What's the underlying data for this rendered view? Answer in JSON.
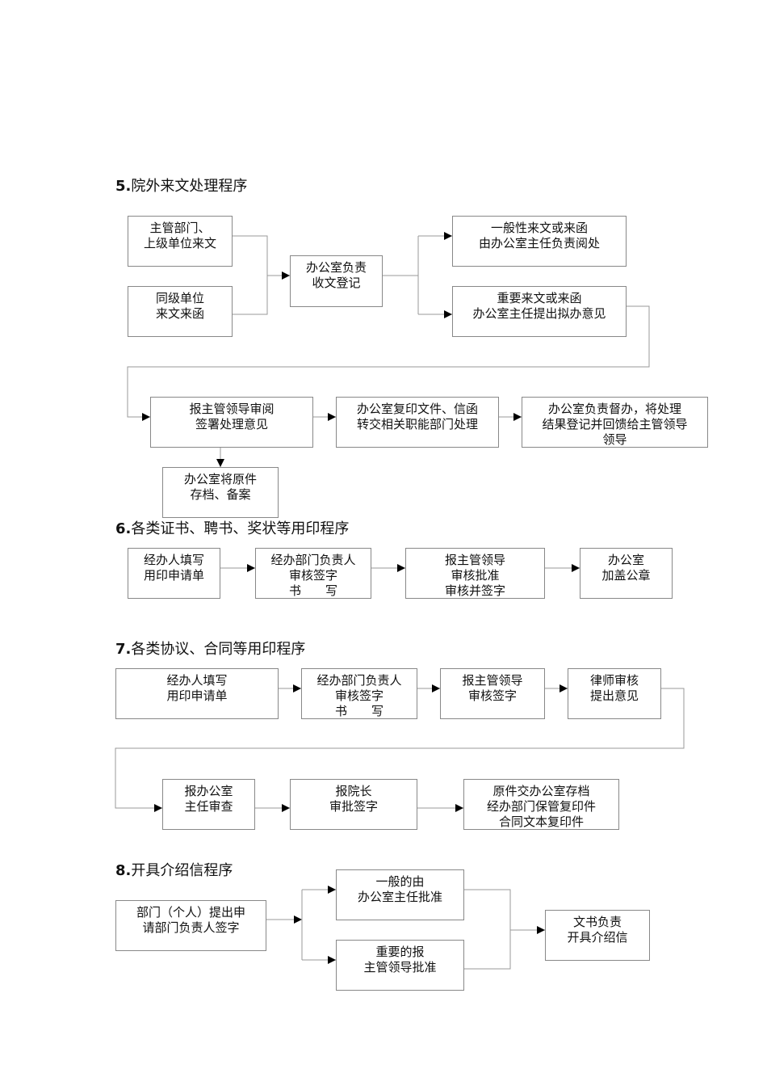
{
  "sections": {
    "s5": {
      "title_num": "5.",
      "title_text": "院外来文处理程序",
      "boxes": {
        "main_dept": [
          "主管部门、",
          "上级单位来文"
        ],
        "peer_unit": [
          "同级单位",
          "来文来函"
        ],
        "register": [
          "办公室负责",
          "收文登记"
        ],
        "general": [
          "一般性来文或来函",
          "由办公室主任负责阅处"
        ],
        "important": [
          "重要来文或来函",
          "办公室主任提出拟办意见"
        ],
        "leader_review": [
          "报主管领导审阅",
          "签署处理意见"
        ],
        "copy_forward": [
          "办公室复印文件、信函",
          "转交相关职能部门处理"
        ],
        "supervise": [
          "办公室负责督办，将处理",
          "结果登记并回馈给主管领导",
          "领导"
        ],
        "archive": [
          "办公室将原件",
          "存档、备案"
        ]
      }
    },
    "s6": {
      "title_num": "6.",
      "title_text": "各类证书、聘书、奖状等用印程序",
      "boxes": {
        "fill": [
          "经办人填写",
          "用印申请单"
        ],
        "dept_head": [
          "经办部门负责人",
          "审核签字",
          "书　　写"
        ],
        "leader": [
          "报主管领导",
          "审核批准",
          "审核并签字"
        ],
        "office": [
          "办公室",
          "加盖公章"
        ]
      }
    },
    "s7": {
      "title_num": "7.",
      "title_text": "各类协议、合同等用印程序",
      "boxes": {
        "fill": [
          "经办人填写",
          "用印申请单"
        ],
        "dept_head": [
          "经办部门负责人",
          "审核签字",
          "书　　写"
        ],
        "leader": [
          "报主管领导",
          "审核签字"
        ],
        "lawyer": [
          "律师审核",
          "提出意见"
        ],
        "office_director": [
          "报办公室",
          "主任审查"
        ],
        "president": [
          "报院长",
          "审批签字"
        ],
        "original": [
          "原件交办公室存档",
          "经办部门保管复印件",
          "合同文本复印件"
        ]
      }
    },
    "s8": {
      "title_num": "8.",
      "title_text": "开具介绍信程序",
      "boxes": {
        "apply": [
          "部门（个人）提出申",
          "请部门负责人签字"
        ],
        "general": [
          "一般的由",
          "办公室主任批准"
        ],
        "important": [
          "重要的报",
          "主管领导批准"
        ],
        "clerk": [
          "文书负责",
          "开具介绍信"
        ]
      }
    }
  }
}
